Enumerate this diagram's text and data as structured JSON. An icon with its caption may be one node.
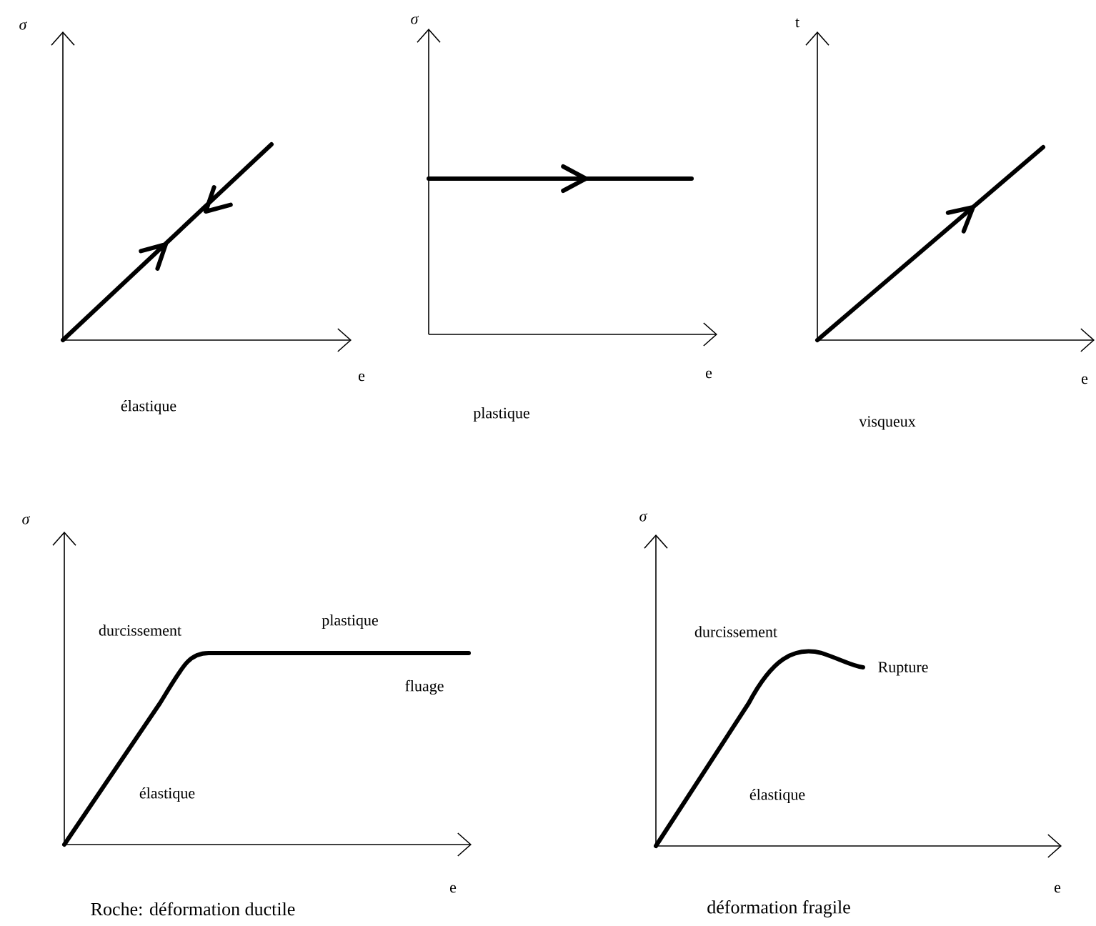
{
  "diagram": {
    "labels": [
      "σ",
      "σ",
      "t",
      "e",
      "e",
      "e",
      "élastique",
      "plastique",
      "visqueux",
      "σ",
      "σ",
      "durcissement",
      "plastique",
      "durcissement",
      "Rupture",
      "fluage",
      "élastique",
      "élastique",
      "e",
      "e",
      "Roche: déformation ductile",
      "déformation fragile"
    ]
  }
}
